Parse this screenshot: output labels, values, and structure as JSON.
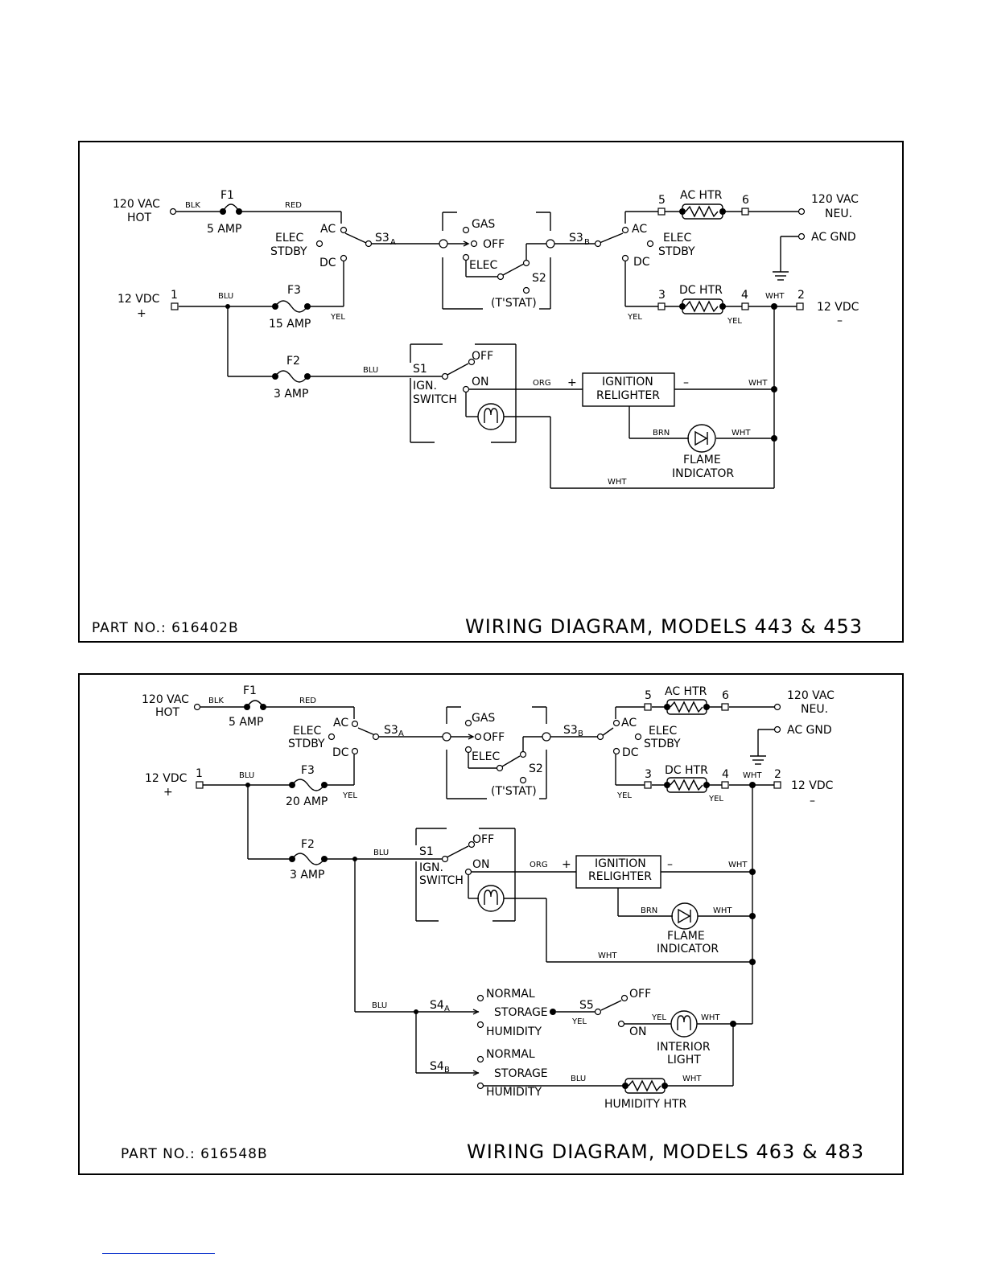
{
  "diagram1": {
    "title": "WIRING DIAGRAM, MODELS 443 & 453",
    "part_no": "PART NO.: 616402B",
    "labels": {
      "vac_hot_1": "120 VAC",
      "vac_hot_2": "HOT",
      "blk": "BLK",
      "f1": "F1",
      "f1_amp": "5 AMP",
      "red": "RED",
      "ac_l": "AC",
      "elec_l": "ELEC",
      "stdby_l": "STDBY",
      "dc_l": "DC",
      "s3a": "S3",
      "s3a_sub": "A",
      "gas": "GAS",
      "off": "OFF",
      "elec_t": "ELEC",
      "s2": "S2",
      "tstat": "(T'STAT)",
      "s3b": "S3",
      "s3b_sub": "B",
      "ac_r": "AC",
      "elec_r": "ELEC",
      "stdby_r": "STDBY",
      "dc_r": "DC",
      "t5": "5",
      "ac_htr": "AC HTR",
      "t6": "6",
      "vac_neu_1": "120 VAC",
      "vac_neu_2": "NEU.",
      "ac_gnd": "AC GND",
      "vdc_1": "12 VDC",
      "vdc_plus": "+",
      "t1": "1",
      "blu1": "BLU",
      "f3": "F3",
      "f3_amp": "15 AMP",
      "yel1": "YEL",
      "t3": "3",
      "dc_htr": "DC HTR",
      "t4": "4",
      "wht_t": "WHT",
      "t2": "2",
      "yel_r1": "YEL",
      "yel_r2": "YEL",
      "vdc_r": "12 VDC",
      "vdc_minus": "–",
      "f2": "F2",
      "f2_amp": "3 AMP",
      "blu2": "BLU",
      "s1": "S1",
      "ign": "IGN.",
      "switch": "SWITCH",
      "s1_off": "OFF",
      "s1_on": "ON",
      "org": "ORG",
      "plus": "+",
      "ignition": "IGNITION",
      "relighter": "RELIGHTER",
      "minus": "–",
      "wht1": "WHT",
      "brn": "BRN",
      "wht2": "WHT",
      "flame": "FLAME",
      "indicator": "INDICATOR",
      "wht3": "WHT"
    }
  },
  "diagram2": {
    "title": "WIRING DIAGRAM, MODELS 463 & 483",
    "part_no": "PART NO.: 616548B",
    "labels": {
      "vac_hot_1": "120 VAC",
      "vac_hot_2": "HOT",
      "blk": "BLK",
      "f1": "F1",
      "f1_amp": "5 AMP",
      "red": "RED",
      "ac_l": "AC",
      "elec_l": "ELEC",
      "stdby_l": "STDBY",
      "dc_l": "DC",
      "s3a": "S3",
      "s3a_sub": "A",
      "gas": "GAS",
      "off": "OFF",
      "elec_t": "ELEC",
      "s2": "S2",
      "tstat": "(T'STAT)",
      "s3b": "S3",
      "s3b_sub": "B",
      "ac_r": "AC",
      "elec_r": "ELEC",
      "stdby_r": "STDBY",
      "dc_r": "DC",
      "t5": "5",
      "ac_htr": "AC HTR",
      "t6": "6",
      "vac_neu_1": "120 VAC",
      "vac_neu_2": "NEU.",
      "ac_gnd": "AC GND",
      "vdc_1": "12 VDC",
      "vdc_plus": "+",
      "t1": "1",
      "blu1": "BLU",
      "f3": "F3",
      "f3_amp": "20 AMP",
      "yel1": "YEL",
      "t3": "3",
      "dc_htr": "DC HTR",
      "t4": "4",
      "wht_t": "WHT",
      "t2": "2",
      "yel_r1": "YEL",
      "yel_r2": "YEL",
      "vdc_r": "12 VDC",
      "vdc_minus": "–",
      "f2": "F2",
      "f2_amp": "3 AMP",
      "blu2": "BLU",
      "s1": "S1",
      "ign": "IGN.",
      "switch": "SWITCH",
      "s1_off": "OFF",
      "s1_on": "ON",
      "org": "ORG",
      "plus": "+",
      "ignition": "IGNITION",
      "relighter": "RELIGHTER",
      "minus": "–",
      "wht1": "WHT",
      "brn": "BRN",
      "wht2": "WHT",
      "flame": "FLAME",
      "indicator": "INDICATOR",
      "wht3": "WHT",
      "blu3": "BLU",
      "s4a": "S4",
      "s4a_sub": "A",
      "s4b": "S4",
      "s4b_sub": "B",
      "normal_a": "NORMAL",
      "storage_a": "STORAGE",
      "humidity_a": "HUMIDITY",
      "normal_b": "NORMAL",
      "storage_b": "STORAGE",
      "humidity_b": "HUMIDITY",
      "s5": "S5",
      "s5_off": "OFF",
      "s5_on": "ON",
      "yel_s5": "YEL",
      "yel_l": "YEL",
      "wht_l": "WHT",
      "interior": "INTERIOR",
      "light": "LIGHT",
      "blu4": "BLU",
      "wht_h": "WHT",
      "humidity_htr": "HUMIDITY HTR"
    }
  }
}
